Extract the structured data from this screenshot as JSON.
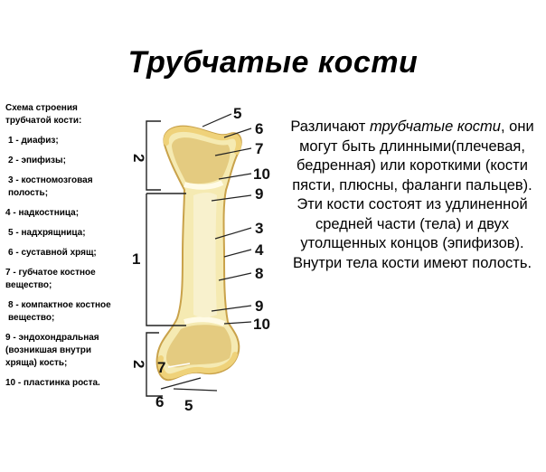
{
  "title": "Трубчатые кости",
  "legend": {
    "heading": "Схема строения трубчатой кости:",
    "items": [
      "1 - диафиз;",
      "2 - эпифизы;",
      "3 - костномозговая полость;",
      "4 - надкостница;",
      "5 - надхрящница;",
      "6 - суставной хрящ;",
      "7 - губчатое костное вещество;",
      "8 - компактное костное вещество;",
      "9 - эндохондральная (возникшая внутри хряща) кость;",
      "10 - пластинка роста."
    ]
  },
  "description": {
    "part1": "Различают ",
    "term": "трубчатые кости",
    "part2": ", они могут быть длинными(плечевая, бедренная) или короткими (кости пясти, плюсны, фаланги пальцев). Эти кости состоят из удлиненной средней части (тела) и двух утолщенных концов (эпифизов). Внутри тела кости имеют полость."
  },
  "diagram": {
    "labels": {
      "n5_top": "5",
      "n6_top": "6",
      "n7_top": "7",
      "n10_top": "10",
      "n9_top": "9",
      "n3": "3",
      "n4": "4",
      "n8": "8",
      "n9_bot": "9",
      "n10_bot": "10",
      "n7_bot": "7",
      "n6_bot": "6",
      "n5_bot": "5",
      "bracket_top": "2",
      "bracket_mid": "1",
      "bracket_bot": "2"
    },
    "colors": {
      "bone": "#f5eab2",
      "bone_outline": "#c9a24a",
      "epiphysis": "#e2c87a",
      "cartilage": "#efd27a",
      "marrow": "#f8f1cd"
    }
  }
}
